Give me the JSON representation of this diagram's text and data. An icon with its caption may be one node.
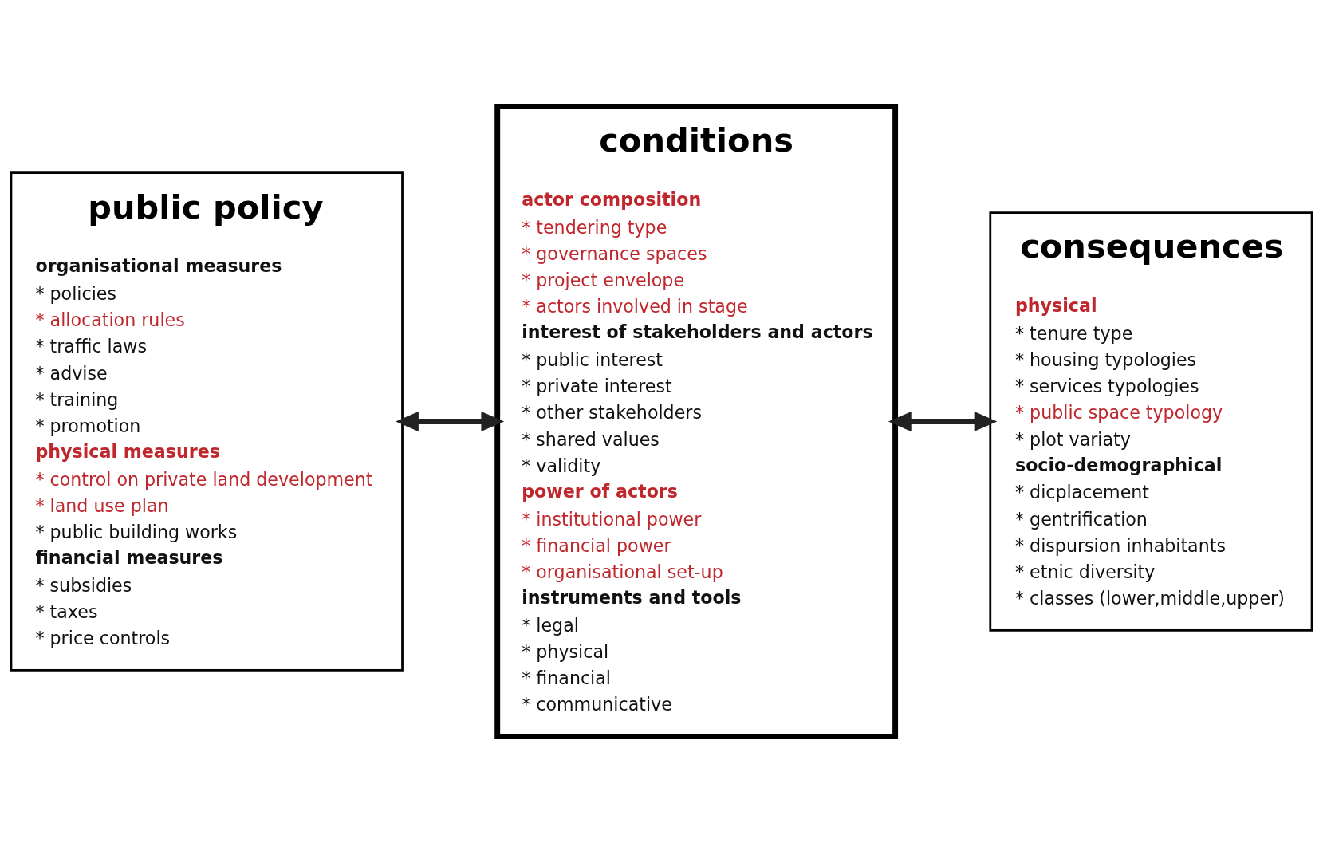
{
  "diagram": {
    "nodes": [
      {
        "text": [
          "public policy",
          "organisational measures",
          "* policies",
          "* allocation rules",
          "* traffic laws",
          "* advise",
          "* training",
          "* promotion",
          "physical measures",
          "* control on private land development",
          "* land use plan",
          "* public building works",
          "financial measures",
          "* subsidies",
          "* taxes",
          "* price controls"
        ]
      },
      {
        "text": [
          "conditions",
          "actor composition",
          "* tendering type",
          "* governance spaces",
          "* project envelope",
          "* actors involved in stage",
          "interest of stakeholders and actors",
          "* public interest",
          "* private interest",
          "* other stakeholders",
          "* shared values",
          "* validity",
          "power of actors",
          "* institutional power",
          "* financial power",
          "* organisational set-up",
          "instruments and tools",
          "* legal",
          "* physical",
          "* financial",
          "* communicative"
        ]
      },
      {
        "text": [
          "consequences",
          "physical",
          "* tenure type",
          "* housing typologies",
          "* services typologies",
          "* public space typology",
          "* plot variaty",
          "socio-demographical",
          "* dicplacement",
          "* gentrification",
          "* dispursion inhabitants",
          "* etnic diversity",
          "* classes (lower,middle,upper)"
        ]
      }
    ],
    "edges": [
      {
        "from": 0,
        "to": 1,
        "arrow": "both"
      },
      {
        "from": 1,
        "to": 2,
        "arrow": "both"
      }
    ]
  }
}
